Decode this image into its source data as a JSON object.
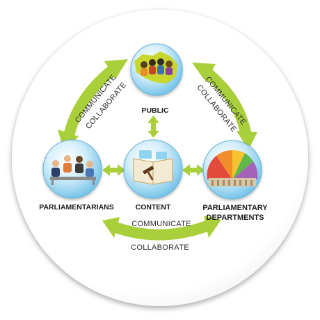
{
  "nodes": {
    "public": "PUBLIC",
    "content": "CONTENT",
    "parliamentarians": "PARLIAMENTARIANS",
    "departments_line1": "PARLIAMENTARY",
    "departments_line2": "DEPARTMENTS"
  },
  "arrows": {
    "left": {
      "line1": "COMMUNICATE",
      "line2": "COLLABORATE"
    },
    "right": {
      "line1": "COMMUNICATE",
      "line2": "COLLABORATE"
    },
    "bottom": {
      "line1": "COMMUNICATE",
      "line2": "COLLABORATE"
    }
  },
  "colors": {
    "arrow_green": "#a9cf3b",
    "arrow_green_dark": "#8db52a",
    "bubble_blue": "#7cc7e8",
    "bubble_light": "#e9f7fd",
    "disc": "#ffffff"
  },
  "icons": {
    "public": "people-over-australia-map-icon",
    "content": "book-with-gavel-icon",
    "parliamentarians": "people-at-desk-icon",
    "departments": "parliament-building-chart-icon"
  }
}
